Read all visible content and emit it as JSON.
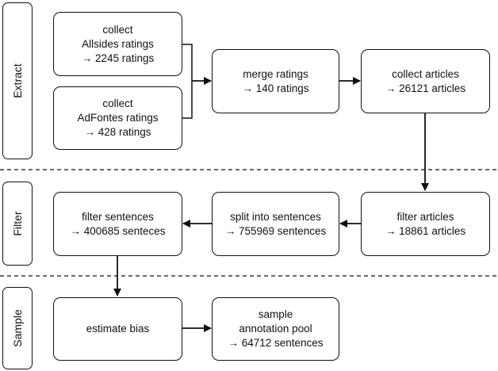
{
  "lanes": {
    "extract": "Extract",
    "filter": "Filter",
    "sample": "Sample"
  },
  "nodes": {
    "allsides": {
      "line1": "collect",
      "line2": "Allsides ratings",
      "line3": "→ 2245 ratings"
    },
    "adfontes": {
      "line1": "collect",
      "line2": "AdFontes ratings",
      "line3": "→ 428 ratings"
    },
    "merge": {
      "line1": "merge ratings",
      "line2": "→ 140 ratings"
    },
    "collect_articles": {
      "line1": "collect articles",
      "line2": "→ 26121 articles"
    },
    "filter_articles": {
      "line1": "filter articles",
      "line2": "→ 18861 articles"
    },
    "split_sentences": {
      "line1": "split into sentences",
      "line2": "→ 755969 sentences"
    },
    "filter_sentences": {
      "line1": "filter sentences",
      "line2": "→ 400685 senteces"
    },
    "estimate_bias": {
      "line1": "estimate bias"
    },
    "sample_pool": {
      "line1": "sample",
      "line2": "annotation pool",
      "line3": "→ 64712 sentences"
    }
  }
}
